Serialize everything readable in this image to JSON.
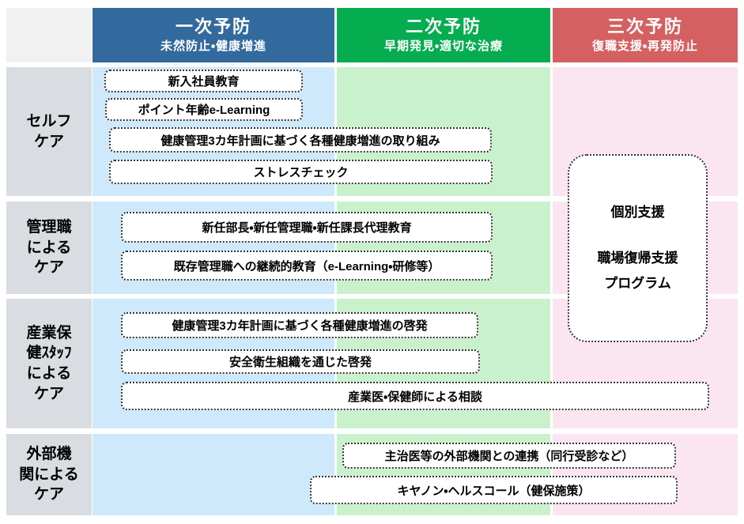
{
  "palette": {
    "header_blue": "#336A9D",
    "header_green": "#06AC50",
    "header_red": "#D56061",
    "cell_blue": "#CDE9FB",
    "cell_green": "#C9F2CC",
    "cell_pink": "#FBE5F1",
    "label_gray": "#D9DDE2",
    "corner_gray": "#F1F1F1",
    "box_border": "#333333"
  },
  "columns": [
    {
      "title": "一次予防",
      "subtitle": "未然防止・健康増進"
    },
    {
      "title": "二次予防",
      "subtitle": "早期発見・適切な治療"
    },
    {
      "title": "三次予防",
      "subtitle": "復職支援・再発防止"
    }
  ],
  "rows": [
    {
      "label_lines": [
        "セルフ",
        "ケア"
      ]
    },
    {
      "label_lines": [
        "管理職",
        "による",
        "ケア"
      ]
    },
    {
      "label_lines": [
        "産業保",
        "健ｽﾀｯﾌ",
        "による",
        "ケア"
      ]
    },
    {
      "label_lines": [
        "外部機",
        "関による",
        "ケア"
      ]
    }
  ],
  "activities": [
    {
      "label": "新入社員教育"
    },
    {
      "label": "ポイント年齢e-Learning"
    },
    {
      "label": "健康管理3カ年計画に基づく各種健康増進の取り組み"
    },
    {
      "label": "ストレスチェック"
    },
    {
      "label": "新任部長・新任管理職・新任課長代理教育"
    },
    {
      "label": "既存管理職への継続的教育（e-Learning・研修等）"
    },
    {
      "label": "健康管理3カ年計画に基づく各種健康増進の啓発"
    },
    {
      "label": "安全衛生組織を通じた啓発"
    },
    {
      "label": "産業医・保健師による相談"
    },
    {
      "label": "主治医等の外部機関との連携（同行受診など）"
    },
    {
      "label": "キヤノン・ヘルスコール（健保施策）"
    }
  ],
  "tertiary_box": {
    "lines": [
      "個別支援",
      "職場復帰支援",
      "プログラム"
    ]
  }
}
